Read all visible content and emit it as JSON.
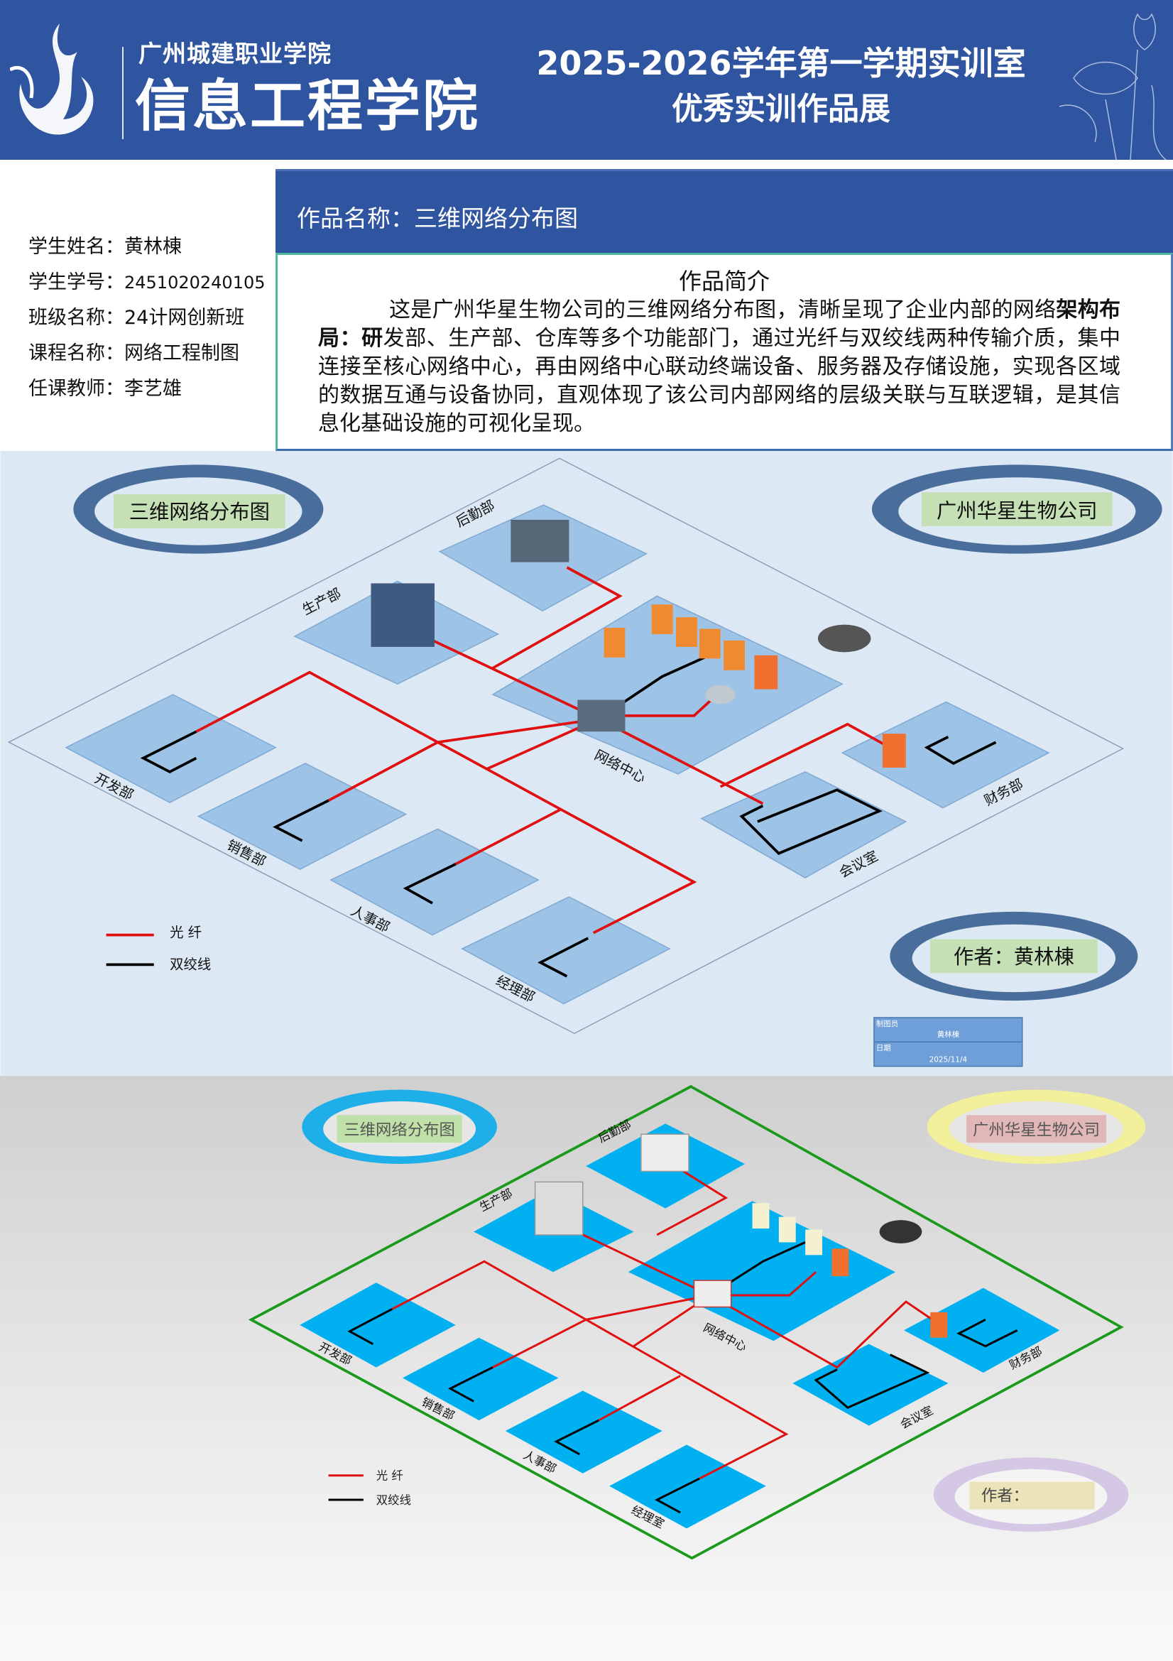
{
  "header": {
    "school": "广州城建职业学院",
    "college": "信息工程学院",
    "title_line1": "2025-2026学年第一学期实训室",
    "title_line2": "优秀实训作品展"
  },
  "student": {
    "name_label": "学生姓名：",
    "name": "黄林棟",
    "id_label": "学生学号：",
    "id": "2451020240105",
    "class_label": "班级名称：",
    "class": "24计网创新班",
    "course_label": "课程名称：",
    "course": "网络工程制图",
    "teacher_label": "任课教师：",
    "teacher": "李艺雄"
  },
  "work": {
    "title": "作品名称：三维网络分布图",
    "intro_heading": "作品简介",
    "intro_lead": "这是广州华星生物公司的三维网络分布图，清晰呈现了企业内部的网络",
    "intro_bold": "架构布局：研",
    "intro_rest": "发部、生产部、仓库等多个功能部门，通过光纤与双绞线两种传输介质，集中连接至核心网络中心，再由网络中心联动终端设备、服务器及存储设施，实现各区域的数据互通与设备协同，直观体现了该公司内部网络的层级关联与互联逻辑，是其信息化基础设施的可视化呈现。"
  },
  "diagram1": {
    "title": "三维网络分布图",
    "company": "广州华星生物公司",
    "author": "作者：黄林棟",
    "departments": [
      "后勤部",
      "生产部",
      "网络中心",
      "开发部",
      "销售部",
      "人事部",
      "经理部",
      "会议室",
      "财务部"
    ],
    "legend": {
      "fiber": "光  纤",
      "twisted": "双绞线"
    },
    "table": {
      "drafter_label": "制图员",
      "drafter": "黄林棟",
      "date_label": "日期",
      "date": "2025/11/4"
    },
    "colors": {
      "fiber": "#e01010",
      "plate": "#9dc3e6",
      "bg": "#dce9f5"
    }
  },
  "diagram2": {
    "title": "三维网络分布图",
    "company": "广州华星生物公司",
    "author": "作者：",
    "departments": [
      "后勤部",
      "生产部",
      "网络中心",
      "开发部",
      "销售部",
      "人事部",
      "经理室",
      "会议室",
      "财务部"
    ],
    "legend": {
      "fiber": "光  纤",
      "twisted": "双绞线"
    },
    "colors": {
      "fiber": "#e01010",
      "plate": "#00b0f0",
      "border": "#1a9a1a"
    }
  }
}
